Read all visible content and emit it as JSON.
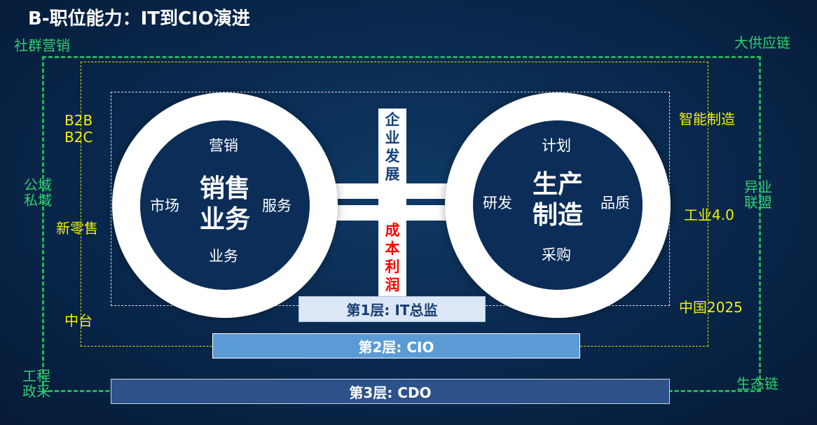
{
  "title": "B-职位能力：IT到CIO演进",
  "green_labels": {
    "top_left": "社群营销",
    "top_right": "大供应链",
    "mid_left": [
      "公域",
      "私域"
    ],
    "mid_right": [
      "异业",
      "联盟"
    ],
    "bottom_left": [
      "工程",
      "政采"
    ],
    "bottom_right": "生态链"
  },
  "yellow_labels": {
    "b2b": [
      "B2B",
      "B2C"
    ],
    "new_retail": "新零售",
    "middle_platform": "中台",
    "smart_manufacturing": "智能制造",
    "industry40": "工业4.0",
    "china2025": "中国2025"
  },
  "left_circle": {
    "title": [
      "销售",
      "业务"
    ],
    "top": "营销",
    "left": "市场",
    "right": "服务",
    "bottom": "业务"
  },
  "right_circle": {
    "title": [
      "生产",
      "制造"
    ],
    "top": "计划",
    "left": "研发",
    "right": "品质",
    "bottom": "采购"
  },
  "center": {
    "top_text": [
      "企",
      "业",
      "发",
      "展"
    ],
    "bottom_text": [
      "成",
      "本",
      "利",
      "润"
    ]
  },
  "layers": {
    "layer1": "第1层: IT总监",
    "layer2": "第2层:  CIO",
    "layer3": "第3层:  CDO"
  }
}
